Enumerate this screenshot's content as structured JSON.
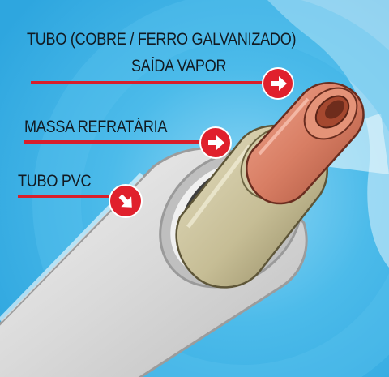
{
  "labels": {
    "tube_metal_line1": "TUBO (COBRE / FERRO GALVANIZADO)",
    "tube_metal_line2": "SAÍDA VAPOR",
    "refractory_mass": "MASSA REFRATÁRIA",
    "pvc_tube": "TUBO PVC"
  },
  "colors": {
    "background_blue": "#3fb3e6",
    "background_light": "#cdebf8",
    "pvc": "#d8d8d8",
    "refractory": "#c9c19a",
    "copper": "#d9826a",
    "pointer_line": "#d91e2b",
    "arrow_badge": "#e0202c"
  },
  "icons": {
    "arrow": "right-arrow-icon",
    "arrow_diagonal": "down-right-arrow-icon"
  }
}
